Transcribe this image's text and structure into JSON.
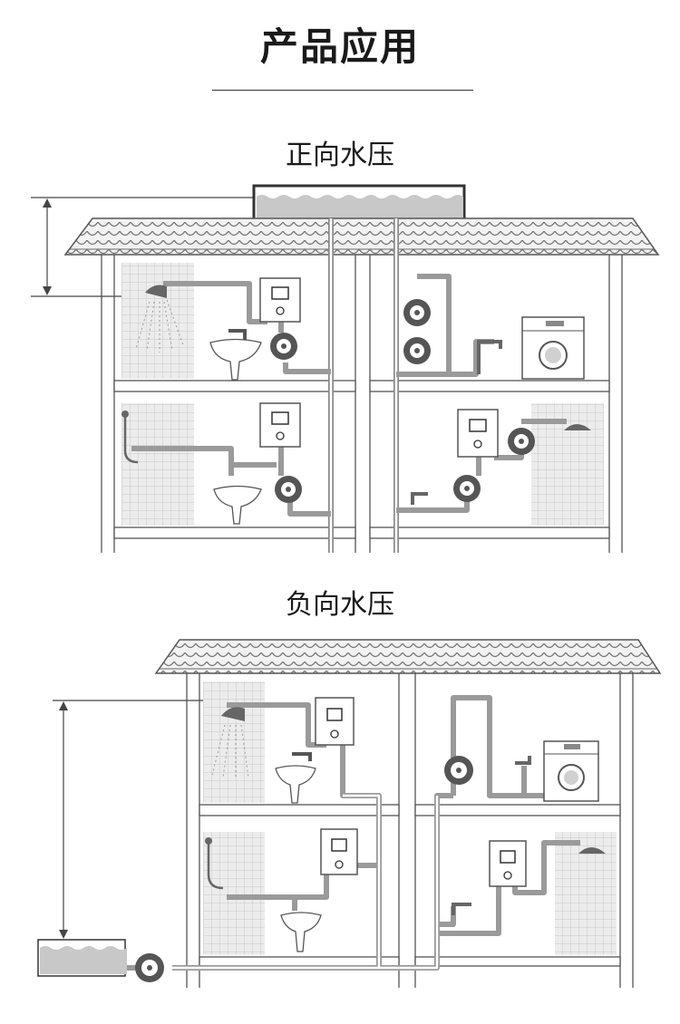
{
  "page": {
    "title": "产品应用"
  },
  "sections": [
    {
      "title": "正向水压"
    },
    {
      "title": "负向水压"
    }
  ],
  "colors": {
    "line": "#555555",
    "pipe": "#9a9a9a",
    "tile": "#e4e4e4",
    "water": "#c8c8c8",
    "roof": "#888888"
  },
  "icons": [
    "shower-head-icon",
    "faucet-icon",
    "washbasin-icon",
    "water-heater-icon",
    "booster-pump-icon",
    "washing-machine-icon",
    "water-tank-icon"
  ]
}
